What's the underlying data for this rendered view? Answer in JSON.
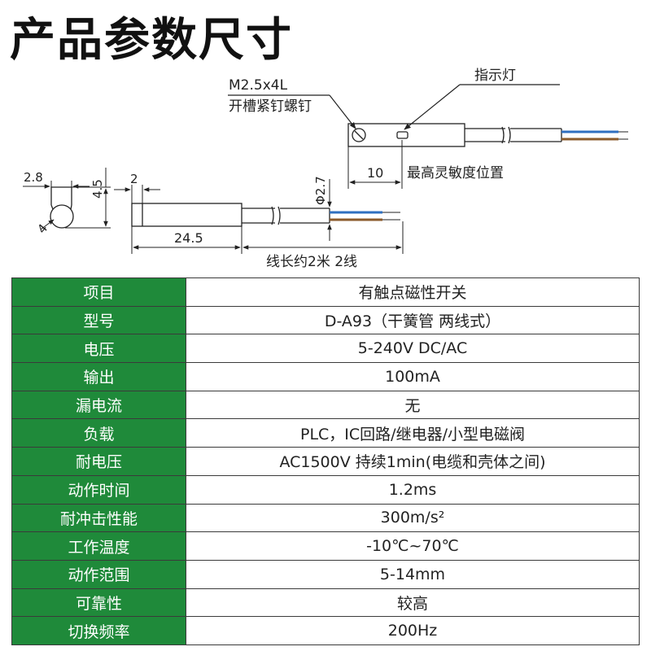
{
  "page": {
    "title": "产品参数尺寸"
  },
  "drawing": {
    "screw_label": "M2.5x4L",
    "screw_desc": "开槽紧钉螺钉",
    "indicator_label": "指示灯",
    "sensitive_pos_label": "最高灵敏度位置",
    "sensitive_pos_dim": "10",
    "dim_width": "2.8",
    "dim_height": "4.5",
    "dim_radius": "4",
    "dim_tip": "2",
    "dim_diameter": "Φ2.7",
    "dim_length": "24.5",
    "cable_note": "线长约2米 2线",
    "colors": {
      "wire_blue": "#2f6fbf",
      "wire_brown": "#8a5a2b"
    }
  },
  "specs": [
    {
      "key": "项目",
      "value": "有触点磁性开关"
    },
    {
      "key": "型号",
      "value": "D-A93（干簧管 两线式）"
    },
    {
      "key": "电压",
      "value": "5-240V DC/AC"
    },
    {
      "key": "输出",
      "value": "100mA"
    },
    {
      "key": "漏电流",
      "value": "无"
    },
    {
      "key": "负载",
      "value": "PLC，IC回路/继电器/小型电磁阀"
    },
    {
      "key": "耐电压",
      "value": "AC1500V 持续1min(电缆和壳体之间)"
    },
    {
      "key": "动作时间",
      "value": "1.2ms"
    },
    {
      "key": "耐冲击性能",
      "value": "300m/s²"
    },
    {
      "key": "工作温度",
      "value": "-10℃~70℃"
    },
    {
      "key": "动作范围",
      "value": "5-14mm"
    },
    {
      "key": "可靠性",
      "value": "较高"
    },
    {
      "key": "切换频率",
      "value": "200Hz"
    }
  ],
  "theme": {
    "header_green": "#1f8a3a"
  }
}
